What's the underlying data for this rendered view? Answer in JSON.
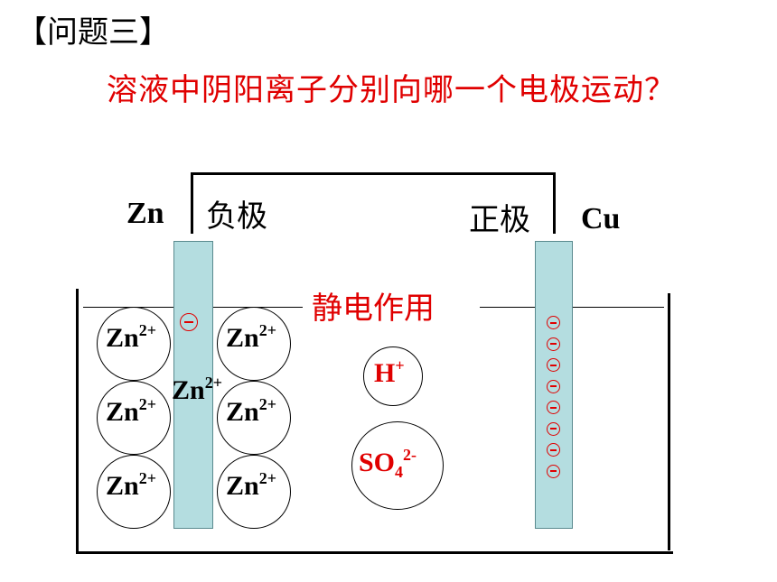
{
  "slide": {
    "title": "【问题三】",
    "question": "溶液中阴阳离子分别向哪一个电极运动？"
  },
  "cell": {
    "anode_metal": "Zn",
    "anode_label": "负极",
    "cathode_label": "正极",
    "cathode_metal": "Cu",
    "interaction_label": "静电作用"
  },
  "ions": {
    "zinc": {
      "symbol": "Zn",
      "charge": "2+"
    },
    "hydrogen": {
      "symbol": "H",
      "charge": "+"
    },
    "sulfate": {
      "symbol": "SO",
      "subscript": "4",
      "charge": "2-"
    }
  },
  "colors": {
    "question": "#e00000",
    "electrode_fill": "#b4dde0",
    "electron_minus": "#e00000"
  },
  "cathode_electron_count": 8
}
